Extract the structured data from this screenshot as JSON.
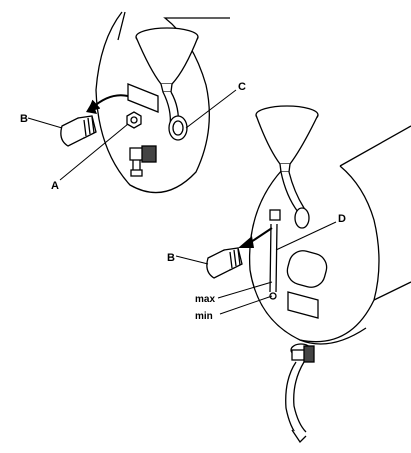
{
  "diagram": {
    "labels": {
      "a": "A",
      "b_top": "B",
      "c": "C",
      "b_bottom": "B",
      "d": "D",
      "max": "max",
      "min": "min"
    }
  }
}
